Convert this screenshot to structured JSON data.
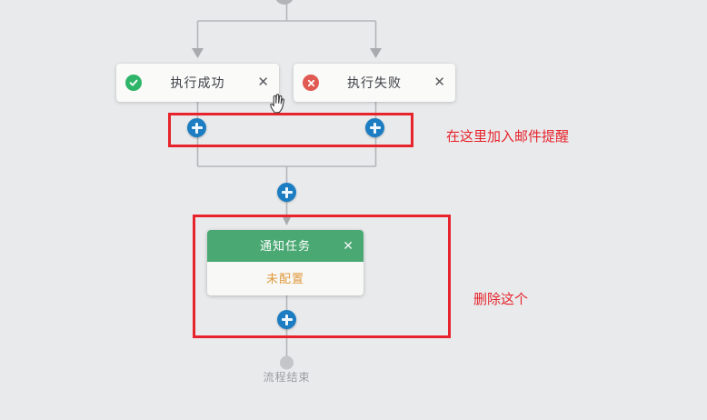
{
  "colors": {
    "bg": "#e8eaec",
    "line": "#b4b6b9",
    "arrow": "#a8aaad",
    "blue": "#1c7dc2",
    "success-green": "#2fb56a",
    "failure-red": "#e15953",
    "header-green": "#4aa873",
    "status-orange": "#e09a3e",
    "annotation-red": "#e7232b",
    "card-bg": "#fafaf9",
    "end-gray": "#c3c5c8"
  },
  "nodes": {
    "success": {
      "label": "执行成功"
    },
    "failure": {
      "label": "执行失败"
    },
    "notify": {
      "title": "通知任务",
      "status": "未配置"
    },
    "end": {
      "label": "流程结束"
    }
  },
  "annotations": {
    "email": {
      "text": "在这里加入邮件提醒"
    },
    "delete": {
      "text": "删除这个"
    }
  },
  "icons": {
    "close": "✕"
  }
}
